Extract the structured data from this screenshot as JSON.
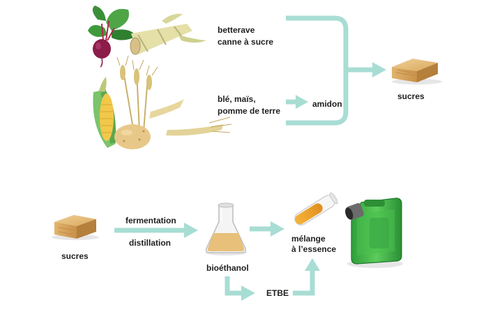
{
  "top_process": {
    "source_1": {
      "line1": "betterave",
      "line2": "canne à sucre"
    },
    "source_2": {
      "line1": "blé, maïs,",
      "line2": "pomme de terre"
    },
    "intermediate": "amidon",
    "output": "sucres"
  },
  "bottom_process": {
    "input": "sucres",
    "step_1": "fermentation",
    "step_2": "distillation",
    "product": "bioéthanol",
    "derivative": "ETBE",
    "blend": {
      "line1": "mélange",
      "line2": "à l’essence"
    }
  },
  "colors": {
    "arrow": "#a8ddd4",
    "wood": "#d9a85e",
    "fuel_can": "#3fb34a",
    "flask_liquid": "#e8c07a"
  },
  "icons": [
    "beetroot-icon",
    "sugarcane-icon",
    "wheat-icon",
    "corn-icon",
    "potato-icon",
    "sugar-block-icon",
    "flask-icon",
    "test-tube-icon",
    "fuel-can-icon"
  ]
}
